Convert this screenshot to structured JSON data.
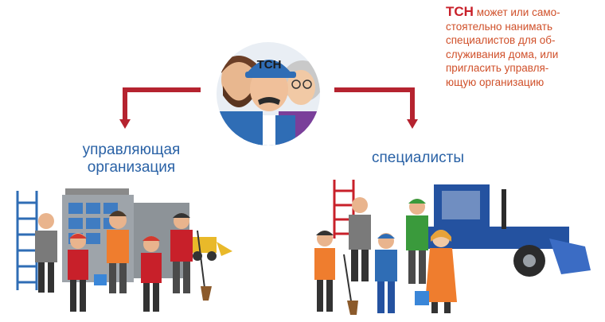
{
  "note": {
    "lead": "ТСН",
    "lines": [
      "может или само-",
      "стоятельно нанимать",
      "специалистов для об-",
      "служивания дома, или",
      "пригласить управля-",
      "ющую организацию"
    ]
  },
  "center": {
    "cap_text": "ТСН"
  },
  "left": {
    "label_line1": "управляющая",
    "label_line2": "организация"
  },
  "right": {
    "label": "специалисты"
  },
  "colors": {
    "blue": "#2f6db5",
    "red": "#c8202a",
    "arrow": "#b5232f",
    "orange": "#ef7d2e",
    "label": "#2a62a6",
    "green": "#3a9a3c",
    "tractor": "#2452a0"
  }
}
